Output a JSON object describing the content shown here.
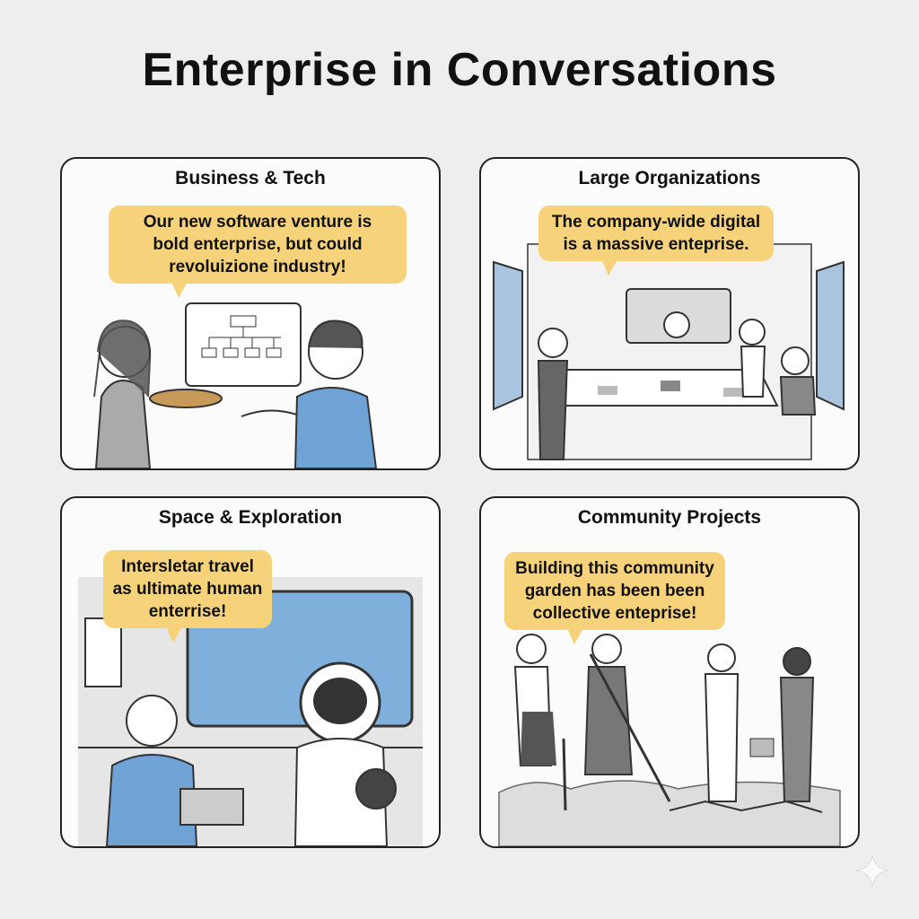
{
  "title": "Enterprise in Conversations",
  "panels": [
    {
      "heading": "Business & Tech",
      "bubble": [
        "Our new software venture is",
        "bold enterprise, but could",
        "revoluizione industry!"
      ]
    },
    {
      "heading": "Large Organizations",
      "bubble": [
        "The company-wide digital",
        "is a massive enteprise."
      ]
    },
    {
      "heading": "Space & Exploration",
      "bubble": [
        "Intersletar travel",
        "as ultimate human",
        "enterrise!"
      ]
    },
    {
      "heading": "Community Projects",
      "bubble": [
        "Building this community",
        "garden has been been",
        "collective enteprise!"
      ]
    }
  ],
  "colors": {
    "bubble": "#f6d27a",
    "accent_blue": "#6fa3d6",
    "background": "#eeeeee"
  }
}
